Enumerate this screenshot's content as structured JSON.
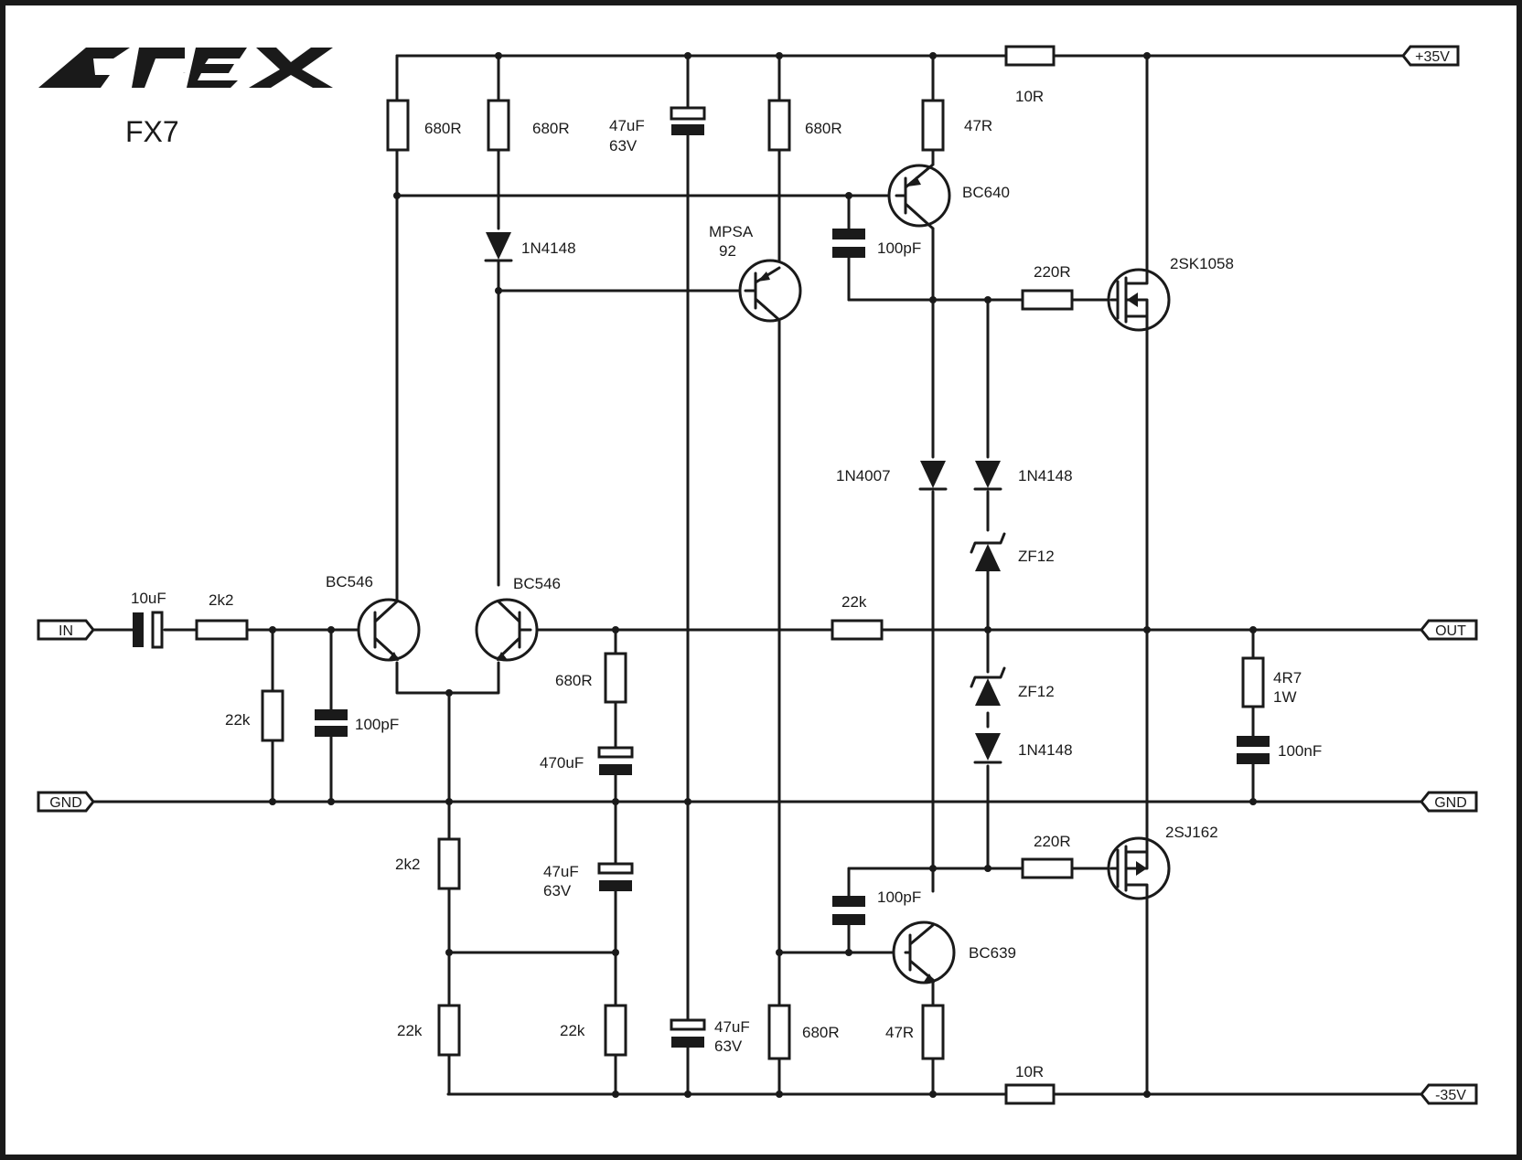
{
  "brand": "APEX",
  "model": "FX7",
  "ports": {
    "in": "IN",
    "gnd_left": "GND",
    "gnd_right": "GND",
    "out": "OUT",
    "vpos": "+35V",
    "vneg": "-35V"
  },
  "labels": {
    "c_in": "10uF",
    "r_in": "2k2",
    "r_in_shunt": "22k",
    "c_in_shunt": "100pF",
    "q1": "BC546",
    "q2": "BC546",
    "r_q1_load": "680R",
    "r_q2_load": "680R",
    "d_top": "1N4148",
    "c_supply_top_v": "47uF",
    "c_supply_top_vv": "63V",
    "q3_a": "MPSA",
    "q3_b": "92",
    "r_q3_load": "680R",
    "r_fb": "680R",
    "c_fb": "470uF",
    "r_tail": "2k2",
    "c_tail_v": "47uF",
    "c_tail_vv": "63V",
    "r_div_left": "22k",
    "r_div_mid": "22k",
    "c_supply_bot_v": "47uF",
    "c_supply_bot_vv": "63V",
    "r_bot_load": "680R",
    "r_q4_e": "47R",
    "q4": "BC640",
    "c_q4": "100pF",
    "r_top_supply": "10R",
    "r_gate_top": "220R",
    "m_top": "2SK1058",
    "d_bias": "1N4007",
    "d_bias2_top": "1N4148",
    "z_top": "ZF12",
    "r_feedback": "22k",
    "z_bot": "ZF12",
    "d_bias2_bot": "1N4148",
    "r_zobel_v": "4R7",
    "r_zobel_w": "1W",
    "c_zobel": "100nF",
    "r_gate_bot": "220R",
    "m_bot": "2SJ162",
    "c_q5": "100pF",
    "q5": "BC639",
    "r_q5_e": "47R",
    "r_bot_supply": "10R"
  }
}
